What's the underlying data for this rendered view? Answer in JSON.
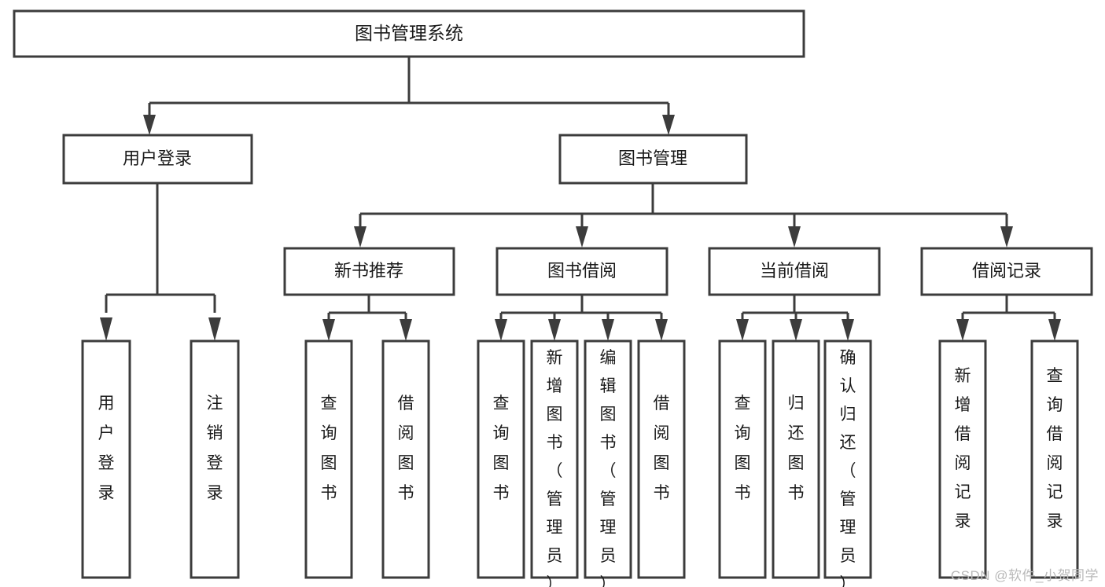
{
  "diagram": {
    "type": "tree",
    "title": "图书管理系统",
    "watermark": "CSDN @软件_小贺同学",
    "colors": {
      "stroke": "#3c3c3c",
      "fill": "#ffffff",
      "text": "#1a1a1a",
      "watermark": "#b9b9b9"
    },
    "levels": {
      "root": {
        "label": "图书管理系统"
      },
      "level2": [
        {
          "label": "用户登录"
        },
        {
          "label": "图书管理"
        }
      ],
      "level3": [
        {
          "label": "新书推荐"
        },
        {
          "label": "图书借阅"
        },
        {
          "label": "当前借阅"
        },
        {
          "label": "借阅记录"
        }
      ],
      "leaves": [
        {
          "label": "用户登录",
          "parent": "用户登录"
        },
        {
          "label": "注销登录",
          "parent": "用户登录"
        },
        {
          "label": "查询图书",
          "parent": "新书推荐"
        },
        {
          "label": "借阅图书",
          "parent": "新书推荐"
        },
        {
          "label": "查询图书",
          "parent": "图书借阅"
        },
        {
          "label": "新增图书（管理员）",
          "parent": "图书借阅"
        },
        {
          "label": "编辑图书（管理员）",
          "parent": "图书借阅"
        },
        {
          "label": "借阅图书",
          "parent": "图书借阅"
        },
        {
          "label": "查询图书",
          "parent": "当前借阅"
        },
        {
          "label": "归还图书",
          "parent": "当前借阅"
        },
        {
          "label": "确认归还（管理员）",
          "parent": "当前借阅"
        },
        {
          "label": "新增借阅记录",
          "parent": "借阅记录"
        },
        {
          "label": "查询借阅记录",
          "parent": "借阅记录"
        }
      ]
    },
    "nodes": {
      "root": {
        "label": "图书管理系统"
      },
      "user_login": {
        "label": "用户登录"
      },
      "book_manage": {
        "label": "图书管理"
      },
      "new_book_rec": {
        "label": "新书推荐"
      },
      "book_borrow": {
        "label": "图书借阅"
      },
      "current_borrow": {
        "label": "当前借阅"
      },
      "borrow_record": {
        "label": "借阅记录"
      },
      "leaf_user_login": {
        "label": "用户登录"
      },
      "leaf_logout": {
        "label": "注销登录"
      },
      "leaf_query_book_a": {
        "label": "查询图书"
      },
      "leaf_borrow_book_a": {
        "label": "借阅图书"
      },
      "leaf_query_book_b": {
        "label": "查询图书"
      },
      "leaf_add_book": {
        "label": "新增图书（管理员）"
      },
      "leaf_edit_book": {
        "label": "编辑图书（管理员）"
      },
      "leaf_borrow_book_b": {
        "label": "借阅图书"
      },
      "leaf_query_book_c": {
        "label": "查询图书"
      },
      "leaf_return_book": {
        "label": "归还图书"
      },
      "leaf_confirm_return": {
        "label": "确认归还（管理员）"
      },
      "leaf_add_record": {
        "label": "新增借阅记录"
      },
      "leaf_query_record": {
        "label": "查询借阅记录"
      }
    }
  }
}
